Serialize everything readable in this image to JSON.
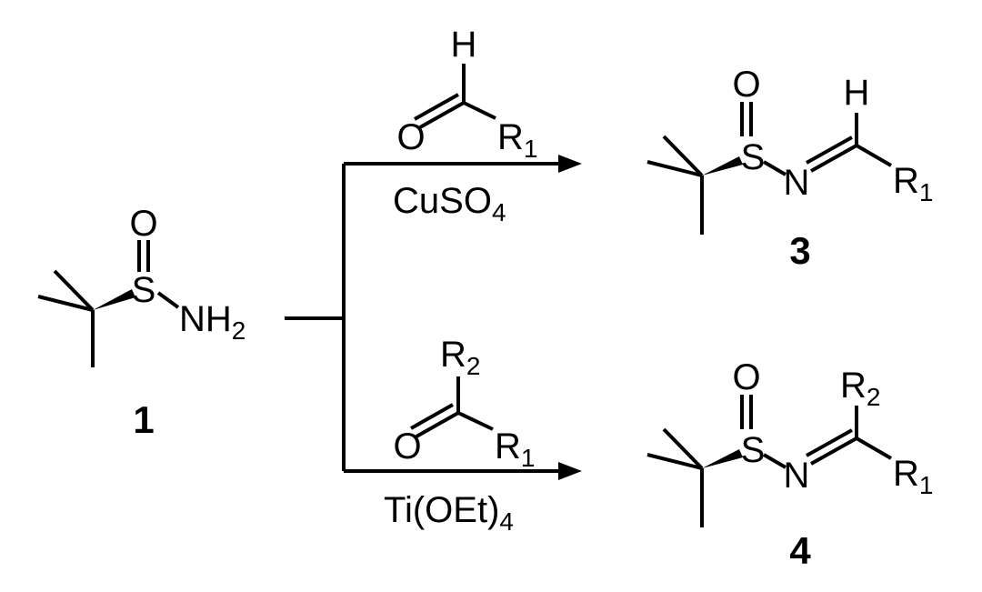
{
  "compound1": {
    "oxygen": "O",
    "sulfur": "S",
    "amine": "NH",
    "amine_sub": "2",
    "number": "1"
  },
  "top_reagent": {
    "hydrogen": "H",
    "oxygen": "O",
    "r_group": "R",
    "r_sub": "1",
    "catalyst_main": "CuSO",
    "catalyst_sub": "4"
  },
  "bottom_reagent": {
    "r2_group": "R",
    "r2_sub": "2",
    "oxygen": "O",
    "r1_group": "R",
    "r1_sub": "1",
    "catalyst_main": "Ti(OEt)",
    "catalyst_sub": "4"
  },
  "product3": {
    "oxygen": "O",
    "sulfur": "S",
    "nitrogen": "N",
    "hydrogen": "H",
    "r_group": "R",
    "r_sub": "1",
    "number": "3"
  },
  "product4": {
    "oxygen": "O",
    "sulfur": "S",
    "nitrogen": "N",
    "r2_group": "R",
    "r2_sub": "2",
    "r1_group": "R",
    "r1_sub": "1",
    "number": "4"
  }
}
